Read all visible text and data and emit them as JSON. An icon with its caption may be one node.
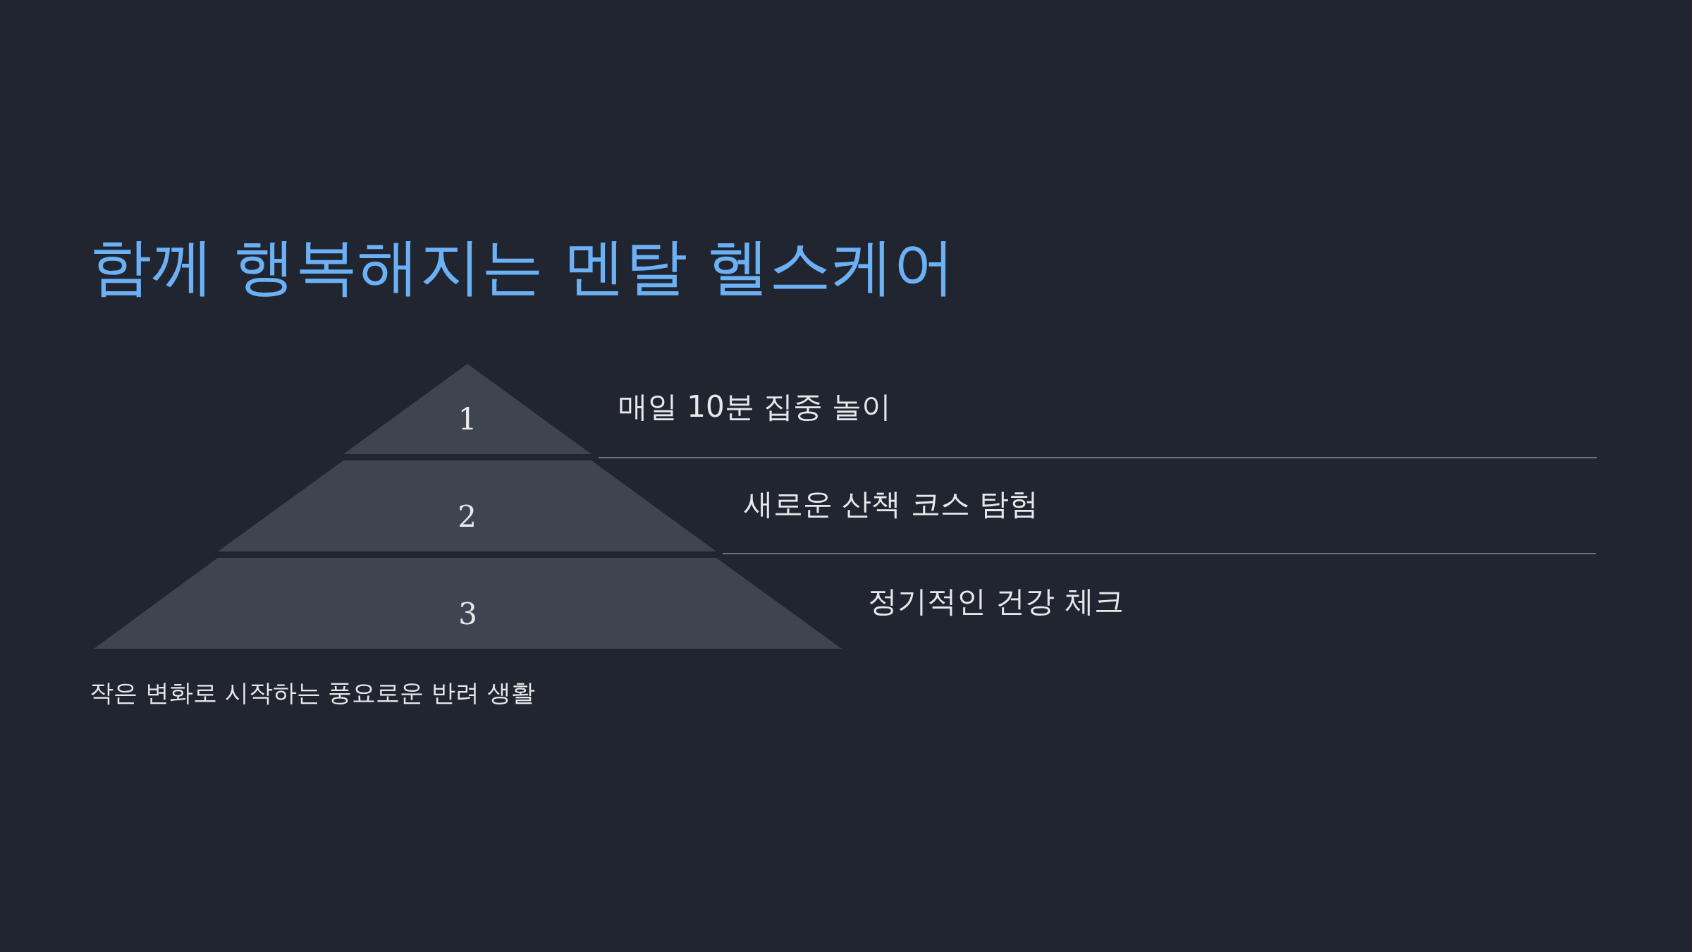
{
  "diagram": {
    "title": "함께 행복해지는 멘탈 헬스케어",
    "caption": "작은 변화로 시작하는 풍요로운 반려 생활",
    "nodes": [
      {
        "text": [
          "1"
        ],
        "beside": [
          "매일 10분 집중 놀이"
        ]
      },
      {
        "text": [
          "2"
        ],
        "beside": [
          "새로운 산책 코스 탐험"
        ]
      },
      {
        "text": [
          "3"
        ],
        "beside": [
          "정기적인 건강 체크"
        ]
      }
    ]
  }
}
